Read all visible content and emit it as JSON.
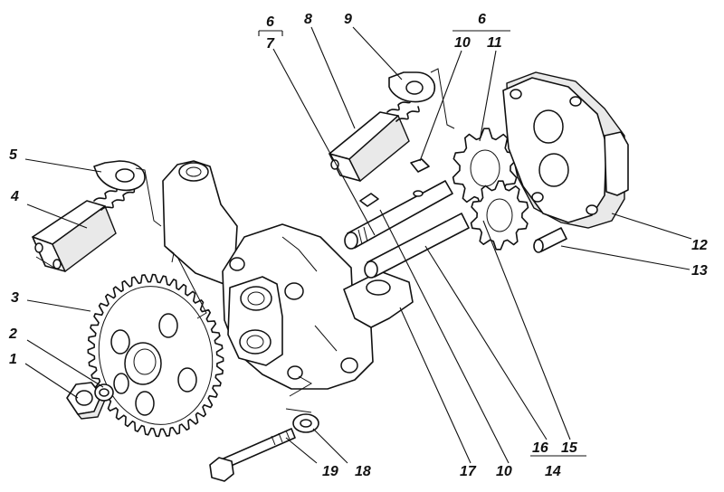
{
  "diagram": {
    "labels": [
      {
        "id": "1",
        "text": "1"
      },
      {
        "id": "2",
        "text": "2"
      },
      {
        "id": "3",
        "text": "3"
      },
      {
        "id": "4",
        "text": "4"
      },
      {
        "id": "5",
        "text": "5"
      },
      {
        "id": "6a",
        "text": "6"
      },
      {
        "id": "7",
        "text": "7"
      },
      {
        "id": "8",
        "text": "8"
      },
      {
        "id": "9",
        "text": "9"
      },
      {
        "id": "6b",
        "text": "6"
      },
      {
        "id": "10a",
        "text": "10"
      },
      {
        "id": "11",
        "text": "11"
      },
      {
        "id": "12",
        "text": "12"
      },
      {
        "id": "13",
        "text": "13"
      },
      {
        "id": "14",
        "text": "14"
      },
      {
        "id": "15",
        "text": "15"
      },
      {
        "id": "16",
        "text": "16"
      },
      {
        "id": "10b",
        "text": "10"
      },
      {
        "id": "17",
        "text": "17"
      },
      {
        "id": "18",
        "text": "18"
      },
      {
        "id": "19",
        "text": "19"
      }
    ]
  }
}
